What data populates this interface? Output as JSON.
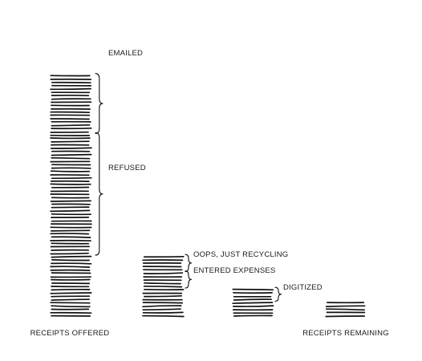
{
  "chart_data": {
    "type": "stacked-lines",
    "columns": [
      {
        "label": "RECEIPTS OFFERED",
        "count": 74
      },
      {
        "label": "",
        "count": 19
      },
      {
        "label": "",
        "count": 9
      },
      {
        "label": "RECEIPTS REMAINING",
        "count": 5
      }
    ],
    "annotations": [
      {
        "column": 0,
        "label": "EMAILED",
        "from": 56,
        "to": 74
      },
      {
        "column": 0,
        "label": "REFUSED",
        "from": 19,
        "to": 56
      },
      {
        "column": 1,
        "label": "OOPS, JUST RECYCLING",
        "from": 14,
        "to": 19
      },
      {
        "column": 1,
        "label": "ENTERED EXPENSES",
        "from": 9,
        "to": 14
      },
      {
        "column": 2,
        "label": "DIGITIZED",
        "from": 5,
        "to": 9
      }
    ]
  }
}
